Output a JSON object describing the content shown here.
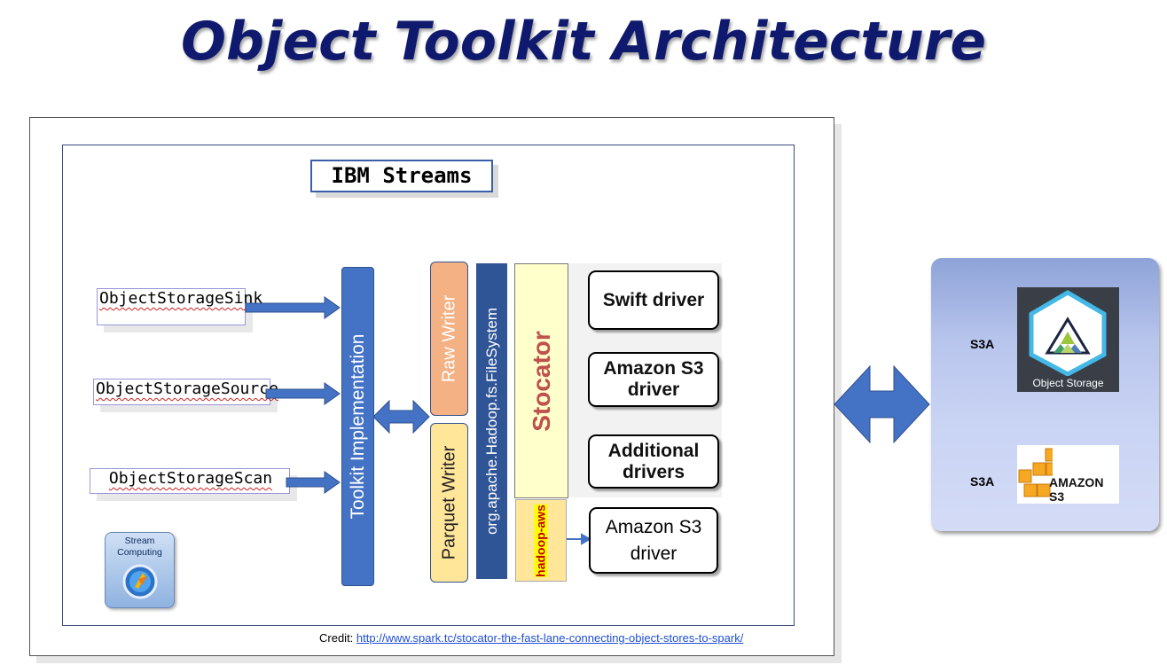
{
  "title": "Object Toolkit Architecture",
  "streams_label": "IBM Streams",
  "operators": [
    "ObjectStorageSink",
    "ObjectStorageSource",
    "ObjectStorageScan"
  ],
  "toolkit_label": "Toolkit Implementation",
  "raw_writer": "Raw Writer",
  "parquet_writer": "Parquet Writer",
  "hadoop_fs": "org.apache.Hadoop.fs.FileSystem",
  "stocator": "Stocator",
  "hadoop_aws": "hadoop-aws",
  "drivers": [
    "Swift driver",
    "Amazon S3 driver",
    "Additional drivers"
  ],
  "amazon_s3_driver": "Amazon S3 driver",
  "stream_icon_label": "Stream Computing",
  "protocols": [
    "S3A",
    "S3A"
  ],
  "object_storage_label": "Object Storage",
  "amazon_label": "AMAZON S3",
  "credit_prefix": "Credit:",
  "credit_link": "http://www.spark.tc/stocator-the-fast-lane-connecting-object-stores-to-spark/",
  "colors": {
    "title": "#0f1a6e",
    "toolkit": "#4472c4",
    "hadoop_fs": "#2f5597",
    "stocator_text": "#c0504d",
    "raw_writer": "#f4b183",
    "parquet_writer": "#ffe699",
    "object_storage_green": "#9bc53d",
    "amazon_orange": "#f7a823"
  },
  "icons": [
    "stream-computing-icon",
    "object-storage-logo",
    "amazon-s3-logo",
    "double-arrow-icon"
  ]
}
